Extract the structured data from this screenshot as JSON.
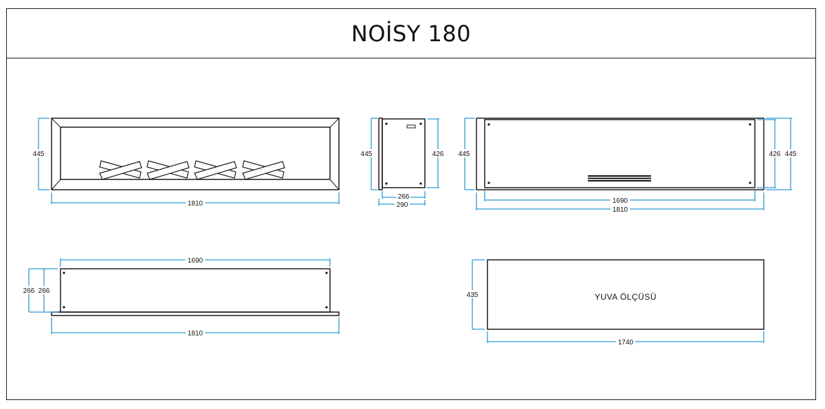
{
  "title": "NOİSY 180",
  "colors": {
    "dimension": "#2a9bd7",
    "outline": "#1a1a1a",
    "fill_dark": "#111111"
  },
  "views": {
    "front": {
      "height_label": "445",
      "width_label": "1810"
    },
    "side": {
      "height_left_label": "445",
      "height_right_label": "426",
      "inner_width_label": "266",
      "outer_width_label": "290"
    },
    "rear": {
      "height_left_label": "445",
      "height_right_inner_label": "426",
      "height_right_outer_label": "445",
      "inner_width_label": "1690",
      "outer_width_label": "1810"
    },
    "top": {
      "height_left_label": "266",
      "height_right_label": "266",
      "inner_width_label": "1690",
      "outer_width_label": "1810"
    },
    "niche": {
      "label": "YUVA  ÖLÇÜSÜ",
      "height_label": "435",
      "width_label": "1740"
    }
  }
}
